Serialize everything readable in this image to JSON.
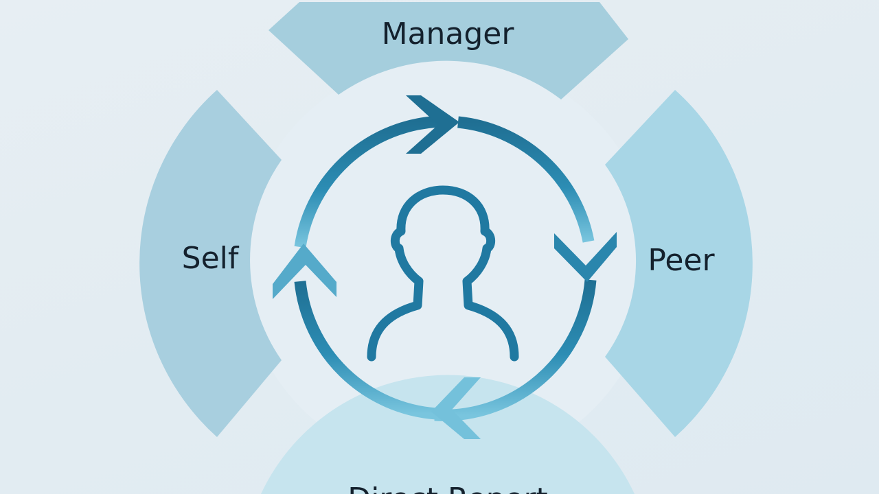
{
  "diagram": {
    "segments": [
      {
        "id": "manager",
        "label": "Manager",
        "color": "#a5cedd"
      },
      {
        "id": "peer",
        "label": "Peer",
        "color": "#a8d6e6"
      },
      {
        "id": "direct-report",
        "label": "Direct Report",
        "color": "#c6e4ee"
      },
      {
        "id": "self",
        "label": "Self",
        "color": "#a8cfdf"
      }
    ],
    "cycle_colors": {
      "start": "#1f6f93",
      "mid": "#2c8db4",
      "end": "#79c5de"
    },
    "person_icon": "person-outline-icon"
  }
}
